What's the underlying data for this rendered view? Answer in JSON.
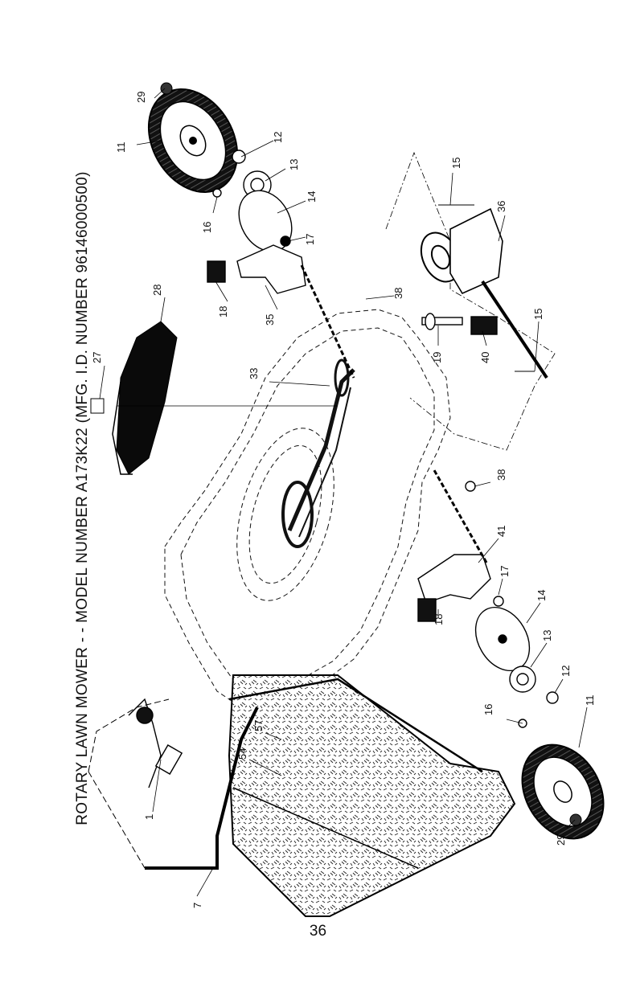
{
  "title": "ROTARY LAWN MOWER - - MODEL NUMBER A173K22 (MFG. I.D. NUMBER 96146000500)",
  "page_number": "36",
  "callouts": [
    {
      "id": "29a",
      "text": "29"
    },
    {
      "id": "11a",
      "text": "11"
    },
    {
      "id": "12a",
      "text": "12"
    },
    {
      "id": "13a",
      "text": "13"
    },
    {
      "id": "14a",
      "text": "14"
    },
    {
      "id": "16a",
      "text": "16"
    },
    {
      "id": "17a",
      "text": "17"
    },
    {
      "id": "18a",
      "text": "18"
    },
    {
      "id": "35",
      "text": "35"
    },
    {
      "id": "28",
      "text": "28"
    },
    {
      "id": "27",
      "text": "27"
    },
    {
      "id": "33",
      "text": "33"
    },
    {
      "id": "38a",
      "text": "38"
    },
    {
      "id": "15a",
      "text": "15"
    },
    {
      "id": "36",
      "text": "36"
    },
    {
      "id": "19",
      "text": "19"
    },
    {
      "id": "40",
      "text": "40"
    },
    {
      "id": "15b",
      "text": "15"
    },
    {
      "id": "38b",
      "text": "38"
    },
    {
      "id": "41",
      "text": "41"
    },
    {
      "id": "17b",
      "text": "17"
    },
    {
      "id": "14b",
      "text": "14"
    },
    {
      "id": "13b",
      "text": "13"
    },
    {
      "id": "12b",
      "text": "12"
    },
    {
      "id": "18b",
      "text": "18"
    },
    {
      "id": "16b",
      "text": "16"
    },
    {
      "id": "11b",
      "text": "11"
    },
    {
      "id": "29b",
      "text": "29"
    },
    {
      "id": "54",
      "text": "54"
    },
    {
      "id": "57",
      "text": "57"
    },
    {
      "id": "1",
      "text": "1"
    },
    {
      "id": "7",
      "text": "7"
    }
  ]
}
